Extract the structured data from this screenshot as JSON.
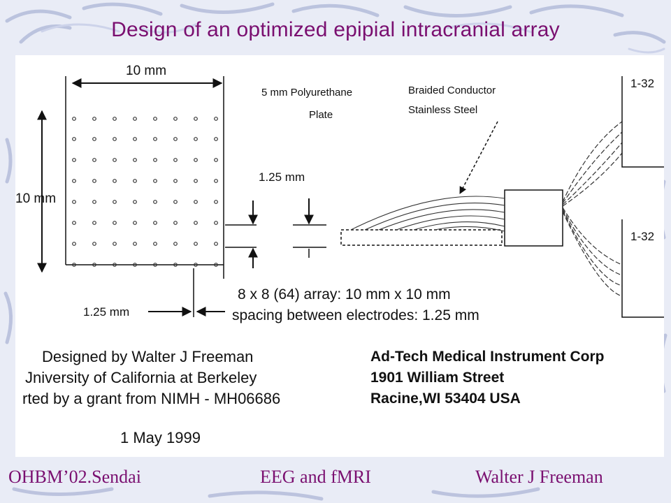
{
  "slide": {
    "title": "Design of an optimized epipial intracranial array"
  },
  "diagram": {
    "width_label": "10 mm",
    "height_label": "10 mm",
    "spacing_side_label": "1.25 mm",
    "spacing_bottom_label": "1.25 mm",
    "plate_label_line1": "5 mm Polyurethane",
    "plate_label_line2": "Plate",
    "conductor_label_line1": "Braided Conductor",
    "conductor_label_line2": "Stainless Steel",
    "connector_top_label": "1-32",
    "connector_bottom_label": "1-32",
    "array_desc_line1": "8 x 8 (64) array: 10 mm x 10 mm",
    "array_desc_line2": "spacing between electrodes:  1.25 mm"
  },
  "credits": {
    "designer_line1": "Designed by Walter J Freeman",
    "designer_line2": "Jniversity of California at Berkeley",
    "designer_line3": "rted by a grant from NIMH - MH06686",
    "date": "1 May 1999",
    "maker_line1": "Ad-Tech Medical Instrument Corp",
    "maker_line2": "1901 William Street",
    "maker_line3": "Racine,WI 53404  USA"
  },
  "footer": {
    "left": "OHBM’02.Sendai",
    "center": "EEG and fMRI",
    "right": "Walter J Freeman"
  }
}
